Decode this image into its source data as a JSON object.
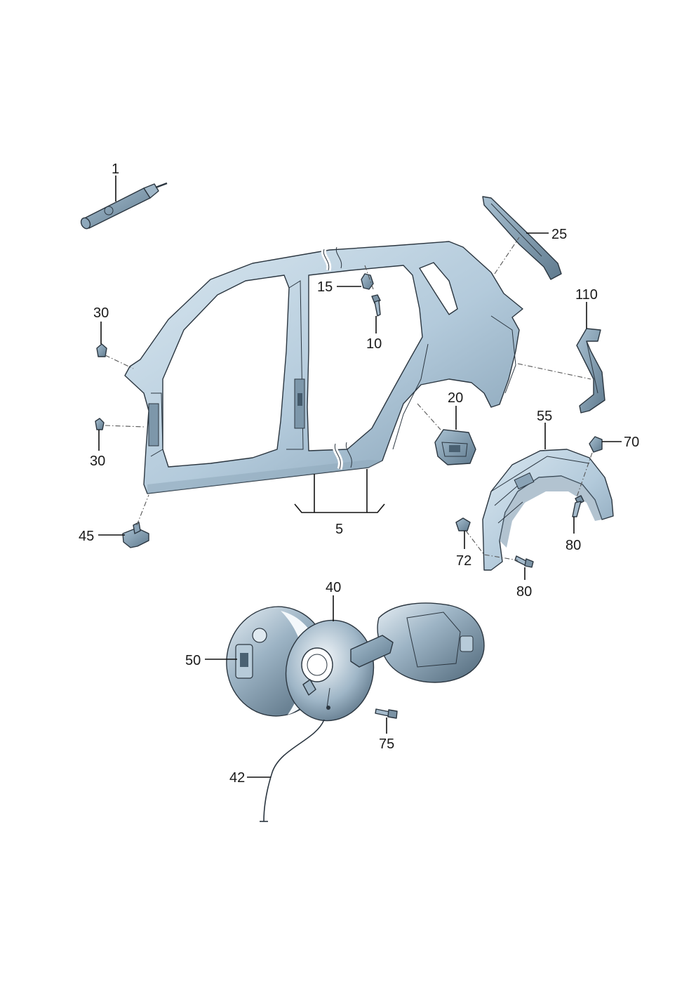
{
  "diagram": {
    "colors": {
      "part_light": "#c9dbe7",
      "part_mid": "#9fbacd",
      "part_dark": "#6d8799",
      "outline": "#2b3640",
      "text": "#1a1a1a"
    },
    "callouts": {
      "c1": "1",
      "c5": "5",
      "c10": "10",
      "c15": "15",
      "c20": "20",
      "c25": "25",
      "c30a": "30",
      "c30b": "30",
      "c40": "40",
      "c42": "42",
      "c45": "45",
      "c50": "50",
      "c55": "55",
      "c70": "70",
      "c72": "72",
      "c75": "75",
      "c80a": "80",
      "c80b": "80",
      "c110": "110"
    }
  }
}
